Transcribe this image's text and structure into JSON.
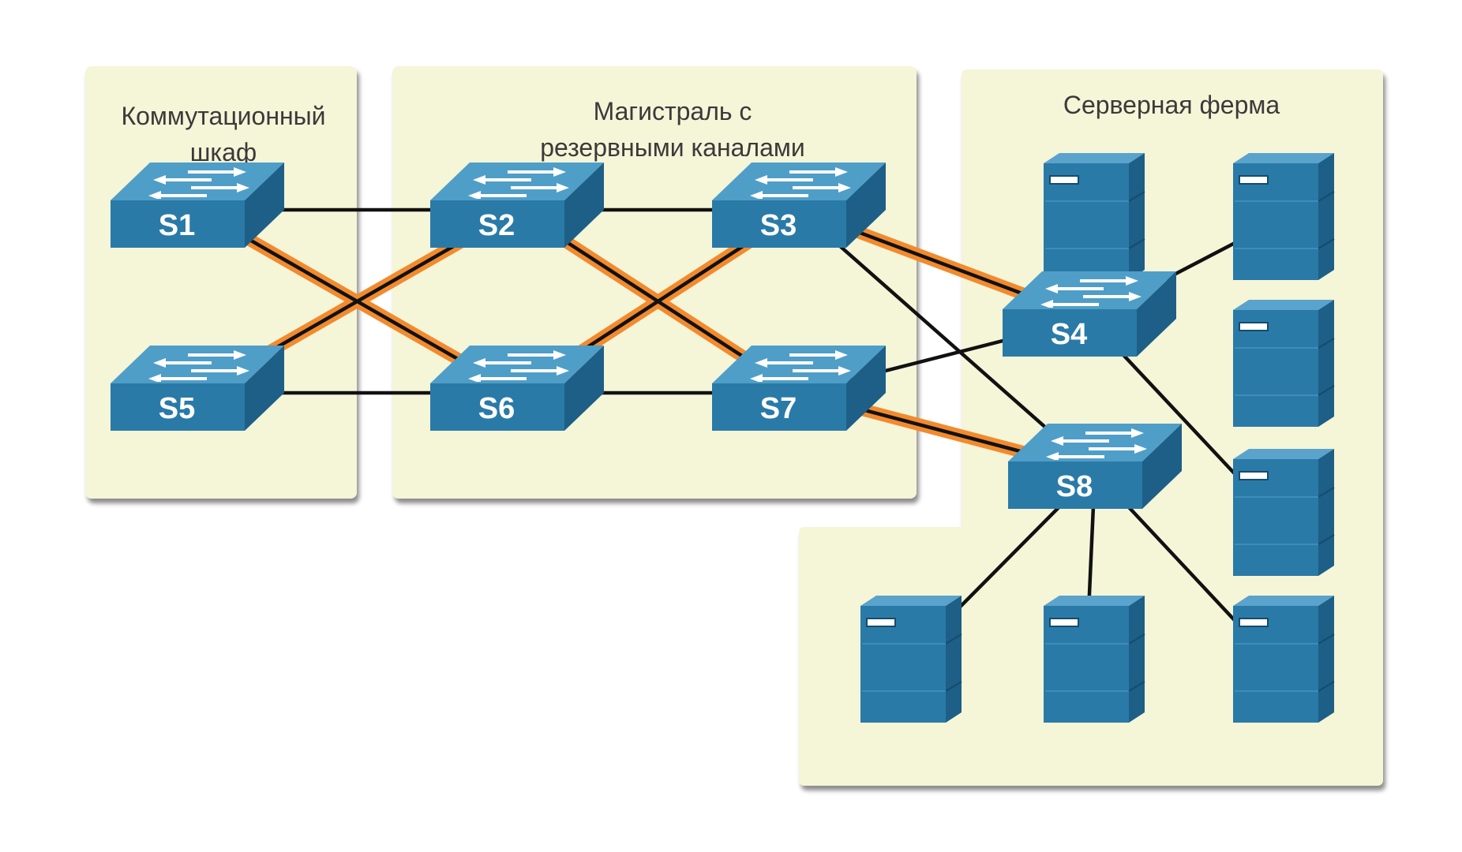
{
  "zones": [
    {
      "id": "wiring-closet",
      "title_lines": [
        "Коммутационный",
        "шкаф"
      ]
    },
    {
      "id": "backbone",
      "title_lines": [
        "Магистраль с",
        "резервными каналами"
      ]
    },
    {
      "id": "server-farm",
      "title_lines": [
        "Серверная ферма"
      ]
    }
  ],
  "switches": [
    {
      "id": "S1",
      "label": "S1"
    },
    {
      "id": "S2",
      "label": "S2"
    },
    {
      "id": "S3",
      "label": "S3"
    },
    {
      "id": "S4",
      "label": "S4"
    },
    {
      "id": "S5",
      "label": "S5"
    },
    {
      "id": "S6",
      "label": "S6"
    },
    {
      "id": "S7",
      "label": "S7"
    },
    {
      "id": "S8",
      "label": "S8"
    }
  ],
  "servers": [
    {
      "id": "srv-1"
    },
    {
      "id": "srv-2"
    },
    {
      "id": "srv-3"
    },
    {
      "id": "srv-4"
    },
    {
      "id": "srv-5"
    },
    {
      "id": "srv-6"
    },
    {
      "id": "srv-7"
    }
  ],
  "links": [
    {
      "from": "S1",
      "to": "S2",
      "type": "plain"
    },
    {
      "from": "S2",
      "to": "S3",
      "type": "plain"
    },
    {
      "from": "S5",
      "to": "S6",
      "type": "plain"
    },
    {
      "from": "S6",
      "to": "S7",
      "type": "plain"
    },
    {
      "from": "S1",
      "to": "S6",
      "type": "redundant"
    },
    {
      "from": "S5",
      "to": "S2",
      "type": "redundant"
    },
    {
      "from": "S2",
      "to": "S7",
      "type": "redundant"
    },
    {
      "from": "S6",
      "to": "S3",
      "type": "redundant"
    },
    {
      "from": "S3",
      "to": "S4",
      "type": "redundant"
    },
    {
      "from": "S7",
      "to": "S8",
      "type": "redundant"
    },
    {
      "from": "S3",
      "to": "S8",
      "type": "plain"
    },
    {
      "from": "S7",
      "to": "S4",
      "type": "plain"
    },
    {
      "from": "S4",
      "to": "srv-1",
      "type": "plain"
    },
    {
      "from": "S4",
      "to": "srv-2",
      "type": "plain"
    },
    {
      "from": "S4",
      "to": "srv-4",
      "type": "plain"
    },
    {
      "from": "S8",
      "to": "srv-5",
      "type": "plain"
    },
    {
      "from": "S8",
      "to": "srv-6",
      "type": "plain"
    },
    {
      "from": "S8",
      "to": "srv-7",
      "type": "plain"
    }
  ],
  "colors": {
    "zone_fill": "#f5f5d8",
    "switch_front": "#2a7aa8",
    "switch_top": "#4f9ec8",
    "switch_side": "#1d5f86",
    "server_front": "#2a7aa8",
    "server_side": "#1d5f86",
    "server_top": "#5aa3cc",
    "link": "#111111",
    "redundant_halo": "#f28a2e"
  }
}
